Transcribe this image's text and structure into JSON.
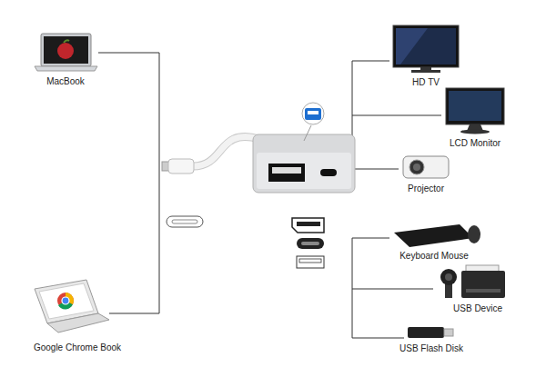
{
  "diagram": {
    "labels": [
      "MacBook",
      "Google Chrome Book",
      "HD TV",
      "LCD Monitor",
      "Projector",
      "Keyboard Mouse",
      "USB Device",
      "USB Flash Disk"
    ]
  }
}
